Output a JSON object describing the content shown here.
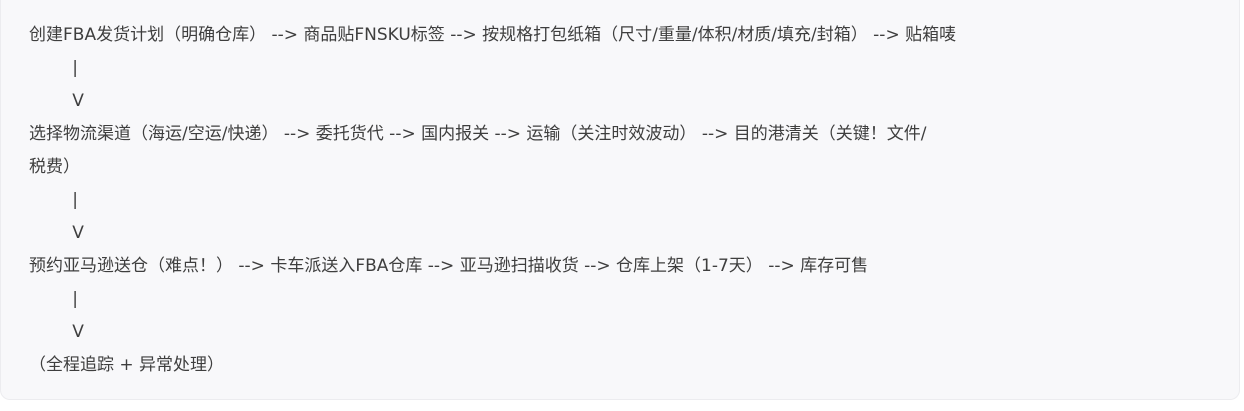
{
  "flow_lines": [
    "创建FBA发货计划（明确仓库） --> 商品贴FNSKU标签 --> 按规格打包纸箱（尺寸/重量/体积/材质/填充/封箱） --> 贴箱唛",
    "        |",
    "        V",
    "选择物流渠道（海运/空运/快递） --> 委托货代 --> 国内报关 --> 运输（关注时效波动） --> 目的港清关（关键！文件/",
    "税费）",
    "        |",
    "        V",
    "预约亚马逊送仓（难点！） --> 卡车派送入FBA仓库 --> 亚马逊扫描收货 --> 仓库上架（1-7天） --> 库存可售",
    "        |",
    "        V",
    "（全程追踪 + 异常处理）"
  ]
}
